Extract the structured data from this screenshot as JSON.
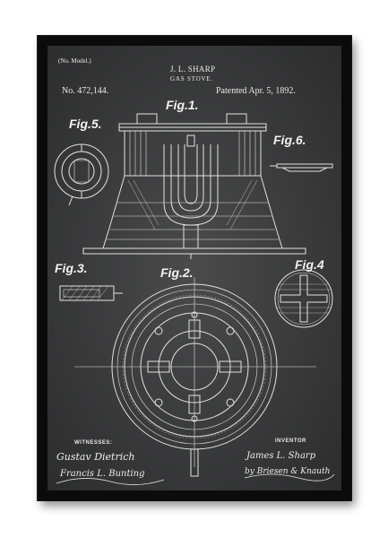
{
  "header": {
    "model_note": "(No. Model.)",
    "inventor_name": "J. L. SHARP",
    "invention": "GAS STOVE.",
    "patent_number": "No. 472,144.",
    "patent_date": "Patented Apr. 5, 1892."
  },
  "figures": {
    "fig1": "Fig.1.",
    "fig2": "Fig.2.",
    "fig3": "Fig.3.",
    "fig4": "Fig.4",
    "fig5": "Fig.5.",
    "fig6": "Fig.6."
  },
  "footer": {
    "witnesses_label": "WITNESSES:",
    "witness_1": "Gustav Dietrich",
    "witness_2": "Francis L. Bunting",
    "inventor_label": "INVENTOR",
    "inventor_signature": "James L. Sharp",
    "attorney_signature": "by Briesen & Knauth"
  },
  "colors": {
    "frame": "#0b0b0b",
    "chalkboard": "#3a3b3c",
    "ink": "#e8e8e8"
  }
}
